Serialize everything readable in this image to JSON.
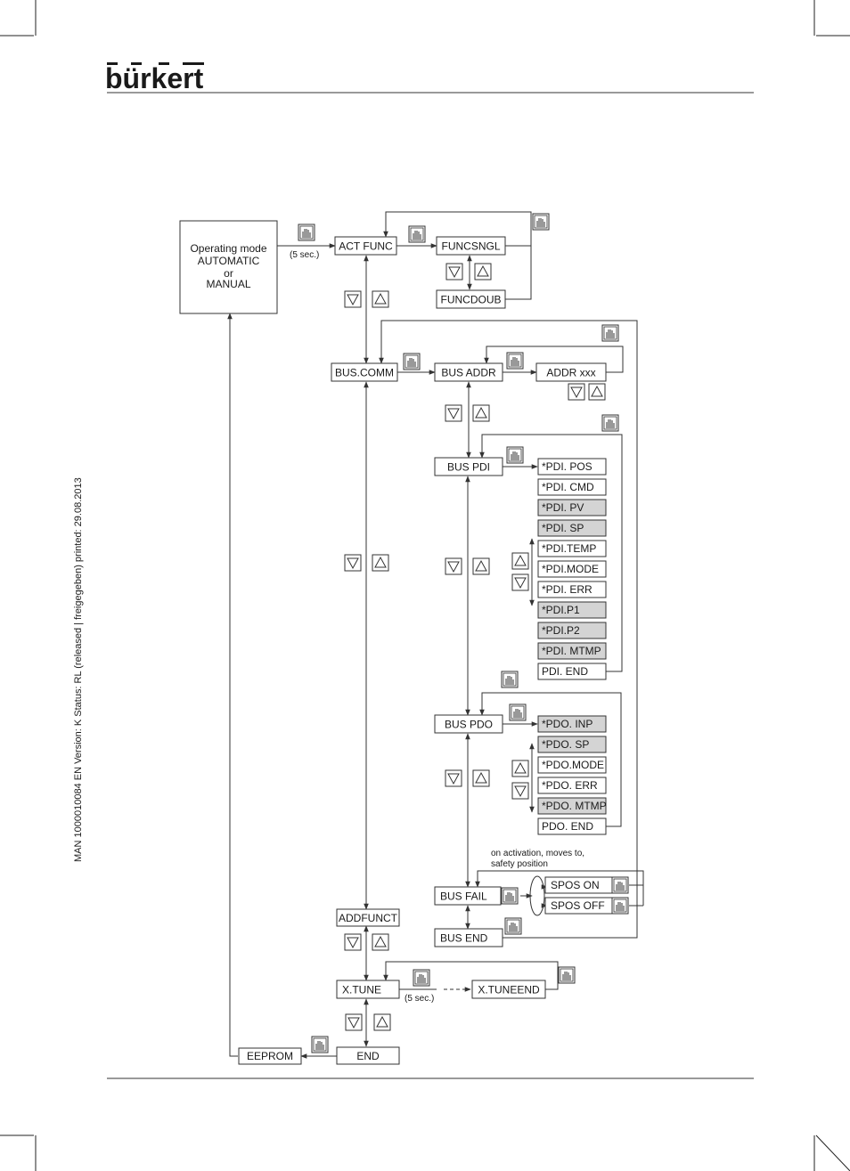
{
  "header": {
    "logo_text": "bürkert"
  },
  "side_text": "MAN  1000010084  EN  Version: K  Status: RL (released | freigegeben)  printed: 29.08.2013",
  "icons": {
    "enter": "hand-key-icon",
    "up": "arrow-up-key-icon",
    "down": "arrow-down-key-icon"
  },
  "diagram": {
    "start": {
      "line1": "Operating mode",
      "line2": "AUTOMATIC",
      "line3": "or",
      "line4": "MANUAL"
    },
    "time_5s": "(5 sec.)",
    "act_func": "ACT FUNC",
    "funcsngl": "FUNCSNGL",
    "funcdoub": "FUNCDOUB",
    "bus_comm": "BUS.COMM",
    "bus_addr": "BUS ADDR",
    "addr_xxx": "ADDR xxx",
    "bus_pdi": "BUS  PDI",
    "pdi_items": [
      "*PDI. POS",
      "*PDI. CMD",
      "*PDI.  PV",
      "*PDI.  SP",
      "*PDI.TEMP",
      "*PDI.MODE",
      "*PDI. ERR",
      "*PDI.P1",
      "*PDI.P2",
      "*PDI. MTMP",
      "PDI.  END"
    ],
    "bus_pdo": "BUS  PDO",
    "pdo_items": [
      "*PDO. INP",
      "*PDO.  SP",
      "*PDO.MODE",
      "*PDO. ERR",
      "*PDO. MTMP",
      "PDO.  END"
    ],
    "bus_fail_note_1": "on activation, moves to,",
    "bus_fail_note_2": "safety position",
    "bus_fail": "BUS FAIL",
    "spos_on": "SPOS ON",
    "spos_off": "SPOS OFF",
    "bus_end": "BUS  END",
    "addfunct": "ADDFUNCT",
    "x_tune": "X.TUNE",
    "x_tune_time": "(5 sec.)",
    "x_tuneend": "X.TUNEEND",
    "end": "END",
    "eeprom": "EEPROM"
  }
}
